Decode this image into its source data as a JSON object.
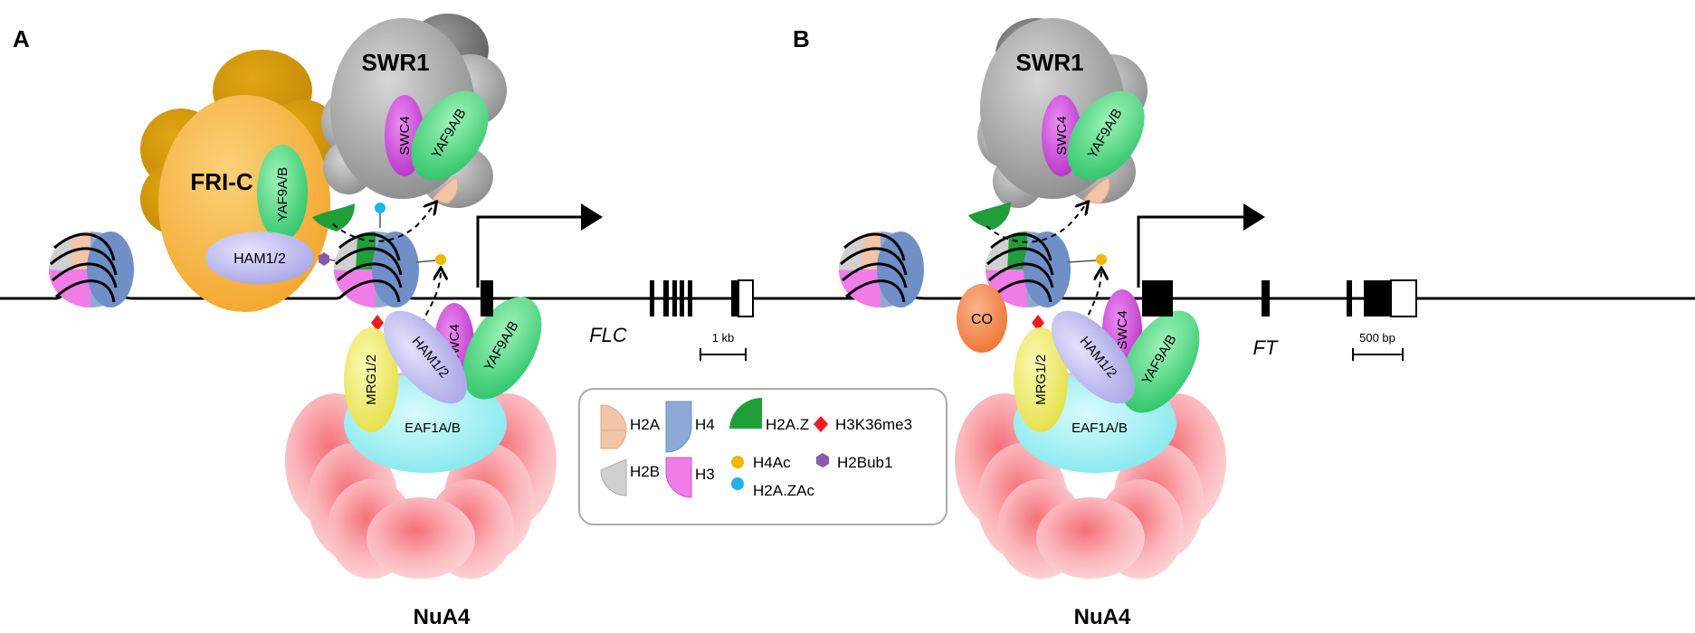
{
  "panel_a": {
    "letter": "A",
    "swr1": "SWR1",
    "swc4": "SWC4",
    "yaf9": "YAF9A/B",
    "fric": "FRI-C",
    "fric_yaf9": "YAF9A/B",
    "ham": "HAM1/2",
    "mrg": "MRG1/2",
    "nua4_ham": "HAM1/2",
    "nua4_swc4": "SWC4",
    "nua4_yaf9": "YAF9A/B",
    "eaf": "EAF1A/B",
    "nua4": "NuA4",
    "gene": "FLC",
    "scale": "1 kb"
  },
  "panel_b": {
    "letter": "B",
    "swr1": "SWR1",
    "swc4": "SWC4",
    "yaf9": "YAF9A/B",
    "co": "CO",
    "mrg": "MRG1/2",
    "nua4_ham": "HAM1/2",
    "nua4_swc4": "SWC4",
    "nua4_yaf9": "YAF9A/B",
    "eaf": "EAF1A/B",
    "nua4": "NuA4",
    "gene": "FT",
    "scale": "500 bp"
  },
  "legend": {
    "h2a": "H2A",
    "h4": "H4",
    "h2az": "H2A.Z",
    "h3k36": "H3K36me3",
    "h2b": "H2B",
    "h3": "H3",
    "h4ac": "H4Ac",
    "h2bub": "H2Bub1",
    "h2azac": "H2A.ZAc"
  },
  "colors": {
    "h2a": "#f2c4a8",
    "h2b": "#d0d0d0",
    "h3": "#f07ce8",
    "h4": "#8fa9d6",
    "h2az": "#1f9e3a",
    "h3k36": "#ee1c1c",
    "h4ac": "#f4b400",
    "h2bub": "#8a5aa8",
    "h2azac": "#1eb3ea",
    "swr1": "#a6a6a6",
    "fric": "#f9b53d",
    "yaf9": "#5de28a",
    "swc4": "#d34fe0",
    "ham": "#c4c2f1",
    "mrg": "#f2ee70",
    "eaf": "#a8f1f4",
    "nua4": "#f7a4a4",
    "co": "#f58a50"
  }
}
